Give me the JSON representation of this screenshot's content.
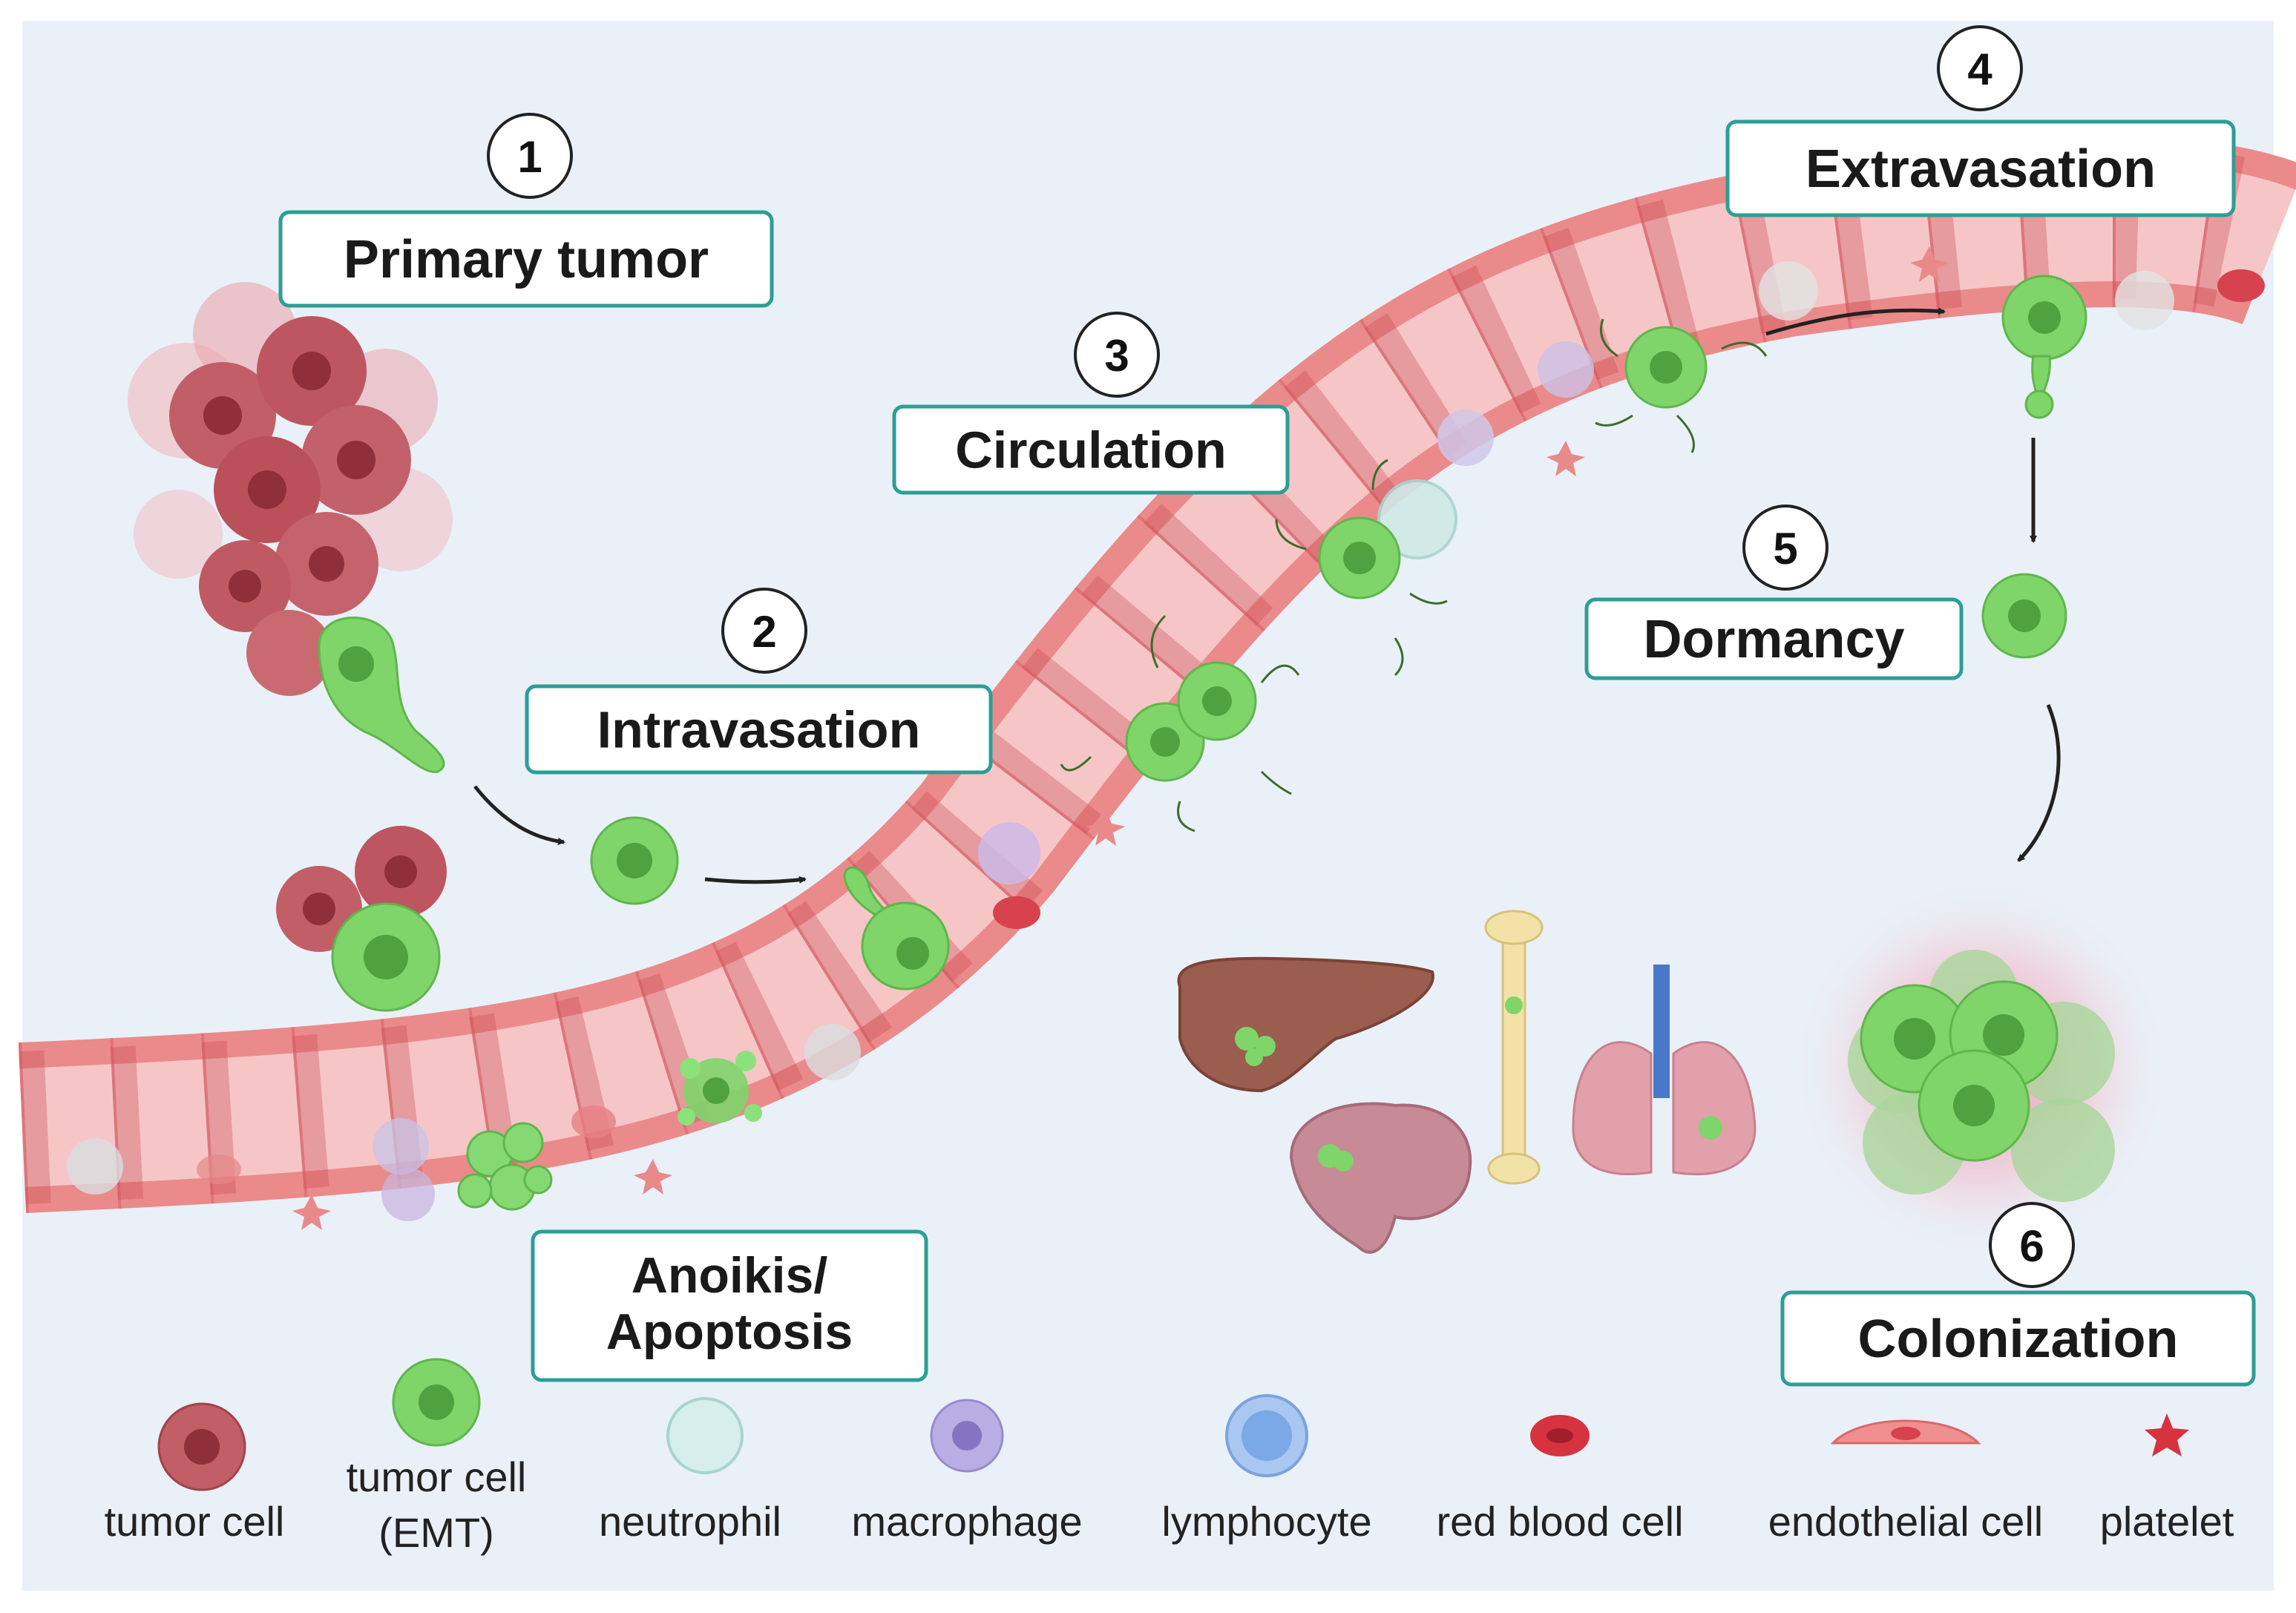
{
  "colors": {
    "background": "#eaf0f8",
    "vessel_fill": "#f6c3c3",
    "vessel_wall": "#eb8a8a",
    "endothelial": "#f08f8f",
    "tumor_cell": "#b94f56",
    "emt_cell": "#7fd46a",
    "label_border": "#2c9e95",
    "arrow": "#222222"
  },
  "steps": [
    {
      "number": "1",
      "label": "Primary tumor"
    },
    {
      "number": "2",
      "label": "Intravasation"
    },
    {
      "number": "3",
      "label": "Circulation"
    },
    {
      "number": "4",
      "label": "Extravasation"
    },
    {
      "number": "5",
      "label": "Dormancy"
    },
    {
      "number": "6",
      "label": "Colonization"
    }
  ],
  "anoikis": {
    "line1": "Anoikis/",
    "line2": "Apoptosis"
  },
  "organs": [
    {
      "icon": "liver-icon"
    },
    {
      "icon": "brain-icon"
    },
    {
      "icon": "bone-icon"
    },
    {
      "icon": "lung-icon"
    }
  ],
  "legend": [
    {
      "icon": "tumor-cell-icon",
      "line1": "tumor cell",
      "line2": ""
    },
    {
      "icon": "emt-tumor-cell-icon",
      "line1": "tumor cell",
      "line2": "(EMT)"
    },
    {
      "icon": "neutrophil-icon",
      "line1": "neutrophil",
      "line2": ""
    },
    {
      "icon": "macrophage-icon",
      "line1": "macrophage",
      "line2": ""
    },
    {
      "icon": "lymphocyte-icon",
      "line1": "lymphocyte",
      "line2": ""
    },
    {
      "icon": "red-blood-cell-icon",
      "line1": "red blood cell",
      "line2": ""
    },
    {
      "icon": "endothelial-cell-icon",
      "line1": "endothelial cell",
      "line2": ""
    },
    {
      "icon": "platelet-icon",
      "line1": "platelet",
      "line2": ""
    }
  ]
}
